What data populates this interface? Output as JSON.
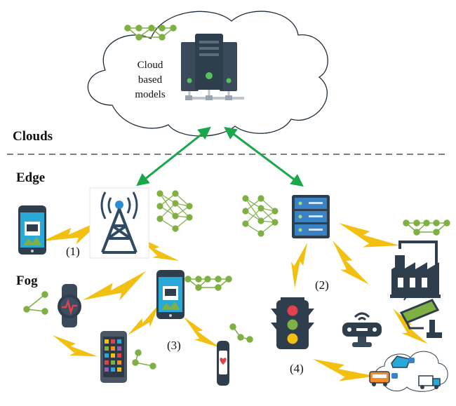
{
  "cloud": {
    "label_line1": "Cloud",
    "label_line2": "based",
    "label_line3": "models"
  },
  "layers": {
    "clouds": "Clouds",
    "edge": "Edge",
    "fog": "Fog"
  },
  "links": {
    "n1": "(1)",
    "n2": "(2)",
    "n3": "(3)",
    "n4": "(4)"
  },
  "colors": {
    "arrow": "#1aa64a",
    "lightning": "#f2c011",
    "node": "#7fb043",
    "server_dark": "#2f3e4c",
    "server_blue": "#3b82c4",
    "tower": "#2f4a63",
    "phone_screen": "#2aa8d8"
  }
}
